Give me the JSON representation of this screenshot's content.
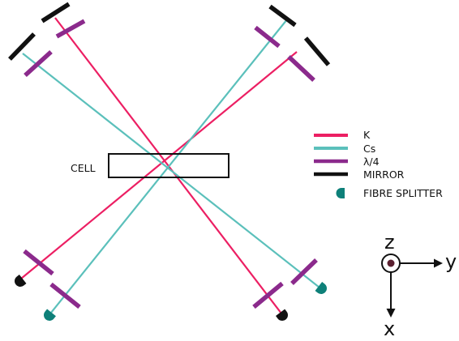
{
  "cell": {
    "label": "CELL"
  },
  "legend": {
    "items": [
      {
        "key": "k",
        "label": "K",
        "color": "#ec1f63",
        "shape": "line"
      },
      {
        "key": "cs",
        "label": "Cs",
        "color": "#5bc0bb",
        "shape": "line"
      },
      {
        "key": "wave",
        "label": "λ/4",
        "color": "#8b2a8c",
        "shape": "line"
      },
      {
        "key": "mirror",
        "label": "MIRROR",
        "color": "#111111",
        "shape": "line"
      },
      {
        "key": "fibre",
        "label": "FIBRE SPLITTER",
        "color": "#0e8079",
        "shape": "fibre-splitter-icon"
      }
    ]
  },
  "axes": {
    "z_label": "z",
    "y_label": "y",
    "x_label": "x"
  },
  "colors": {
    "k_beam": "#ec1f63",
    "cs_beam": "#5bc0bb",
    "waveplate": "#8b2a8c",
    "mirror": "#111111",
    "fibre_black": "#111111",
    "fibre_teal": "#0e8079"
  }
}
